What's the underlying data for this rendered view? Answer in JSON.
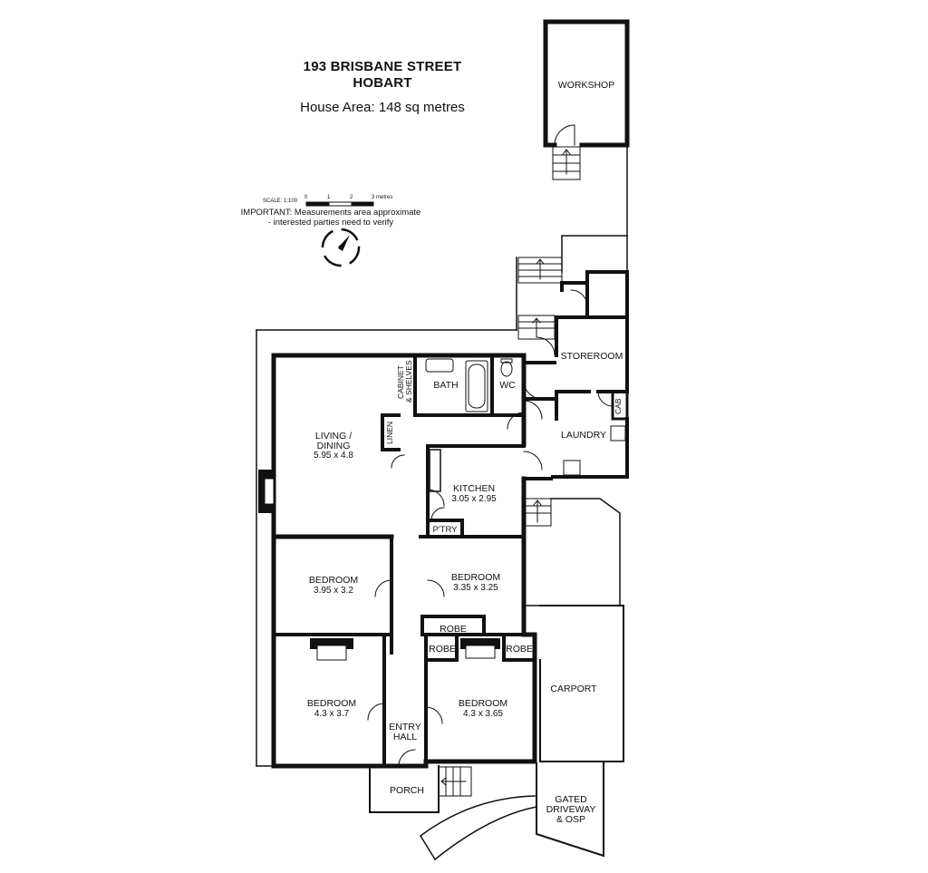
{
  "header": {
    "address_line1": "193 BRISBANE STREET",
    "address_line2": "HOBART",
    "house_area": "House Area: 148 sq metres"
  },
  "scale": {
    "label": "SCALE: 1:100",
    "ticks": [
      "0",
      "1",
      "2",
      "3"
    ],
    "unit": "metres"
  },
  "disclaimer": {
    "line1": "IMPORTANT: Measurements area approximate",
    "line2": "- interested parties need to verify"
  },
  "rooms": {
    "workshop": "WORKSHOP",
    "storeroom": "STOREROOM",
    "laundry": "LAUNDRY",
    "cab": "CAB",
    "bath": "BATH",
    "wc": "WC",
    "cabinet_line1": "CABINET",
    "cabinet_line2": "& SHELVES",
    "linen": "LINEN",
    "living_name_line1": "LIVING /",
    "living_name_line2": "DINING",
    "living_dims": "5.95 x 4.8",
    "kitchen_name": "KITCHEN",
    "kitchen_dims": "3.05 x 2.95",
    "pantry": "P'TRY",
    "bed1_name": "BEDROOM",
    "bed1_dims": "3.95 x 3.2",
    "bed2_name": "BEDROOM",
    "bed2_dims": "3.35 x 3.25",
    "robe_a": "ROBE",
    "robe_b": "ROBE",
    "robe_c": "ROBE",
    "bed3_name": "BEDROOM",
    "bed3_dims": "4.3 x 3.7",
    "bed4_name": "BEDROOM",
    "bed4_dims": "4.3 x 3.65",
    "entry_line1": "ENTRY",
    "entry_line2": "HALL",
    "carport": "CARPORT",
    "porch": "PORCH",
    "driveway_line1": "GATED",
    "driveway_line2": "DRIVEWAY",
    "driveway_line3": "& OSP"
  }
}
